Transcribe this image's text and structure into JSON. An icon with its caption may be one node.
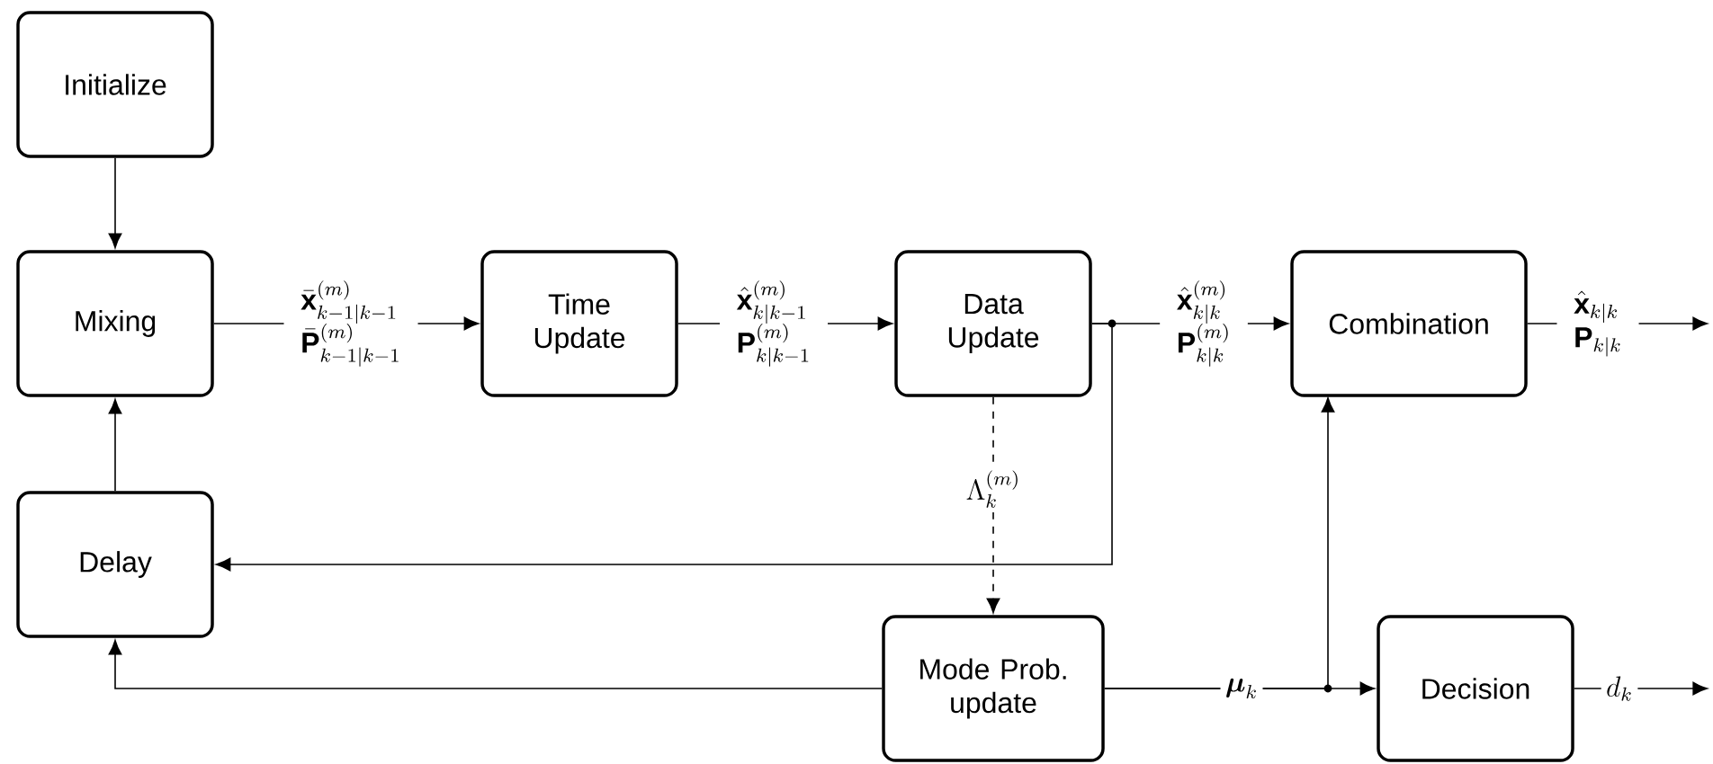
{
  "diagram": {
    "nodes": [
      {
        "text": [
          "Initialize"
        ]
      },
      {
        "text": [
          "Mixing"
        ]
      },
      {
        "text": [
          "Time Update"
        ]
      },
      {
        "text": [
          "Data Update"
        ]
      },
      {
        "text": [
          "Combination"
        ]
      },
      {
        "text": [
          "Delay"
        ]
      },
      {
        "text": [
          "Mode Prob. update"
        ]
      },
      {
        "text": [
          "Decision"
        ]
      }
    ],
    "edges": [
      {
        "from": 0,
        "to": 1,
        "arrow": "to"
      },
      {
        "from": 1,
        "to": 2,
        "arrow": "to",
        "label": "\\begin{array}{l}\\bar{\\mathbf{x}}^{(m)}_{k-1|k-1}\\\\ \\bar{\\mathbf{P}}^{(m)}_{k-1|k-1}\\end{array}"
      },
      {
        "from": 2,
        "to": 3,
        "arrow": "to",
        "label": "\\begin{array}{l}\\hat{\\mathbf{x}}^{(m)}_{k|k-1}\\\\ \\mathbf{P}^{(m)}_{k|k-1}\\end{array}"
      },
      {
        "from": 3,
        "to": 4,
        "arrow": "to",
        "label": "\\begin{array}{l}\\hat{\\mathbf{x}}^{(m)}_{k|k}\\\\ \\mathbf{P}^{(m)}_{k|k}\\end{array}"
      },
      {
        "from": 3,
        "to": 5,
        "arrow": "to"
      },
      {
        "from": 3,
        "to": 6,
        "arrow": "to",
        "style": "dashed",
        "label": "\\Lambda^{(m)}_k"
      },
      {
        "from": 5,
        "to": 1,
        "arrow": "to"
      },
      {
        "from": 6,
        "to": 5,
        "arrow": "to"
      },
      {
        "from": 6,
        "to": 7,
        "arrow": "to",
        "label": "\\boldsymbol{\\mu}_k"
      },
      {
        "from": 6,
        "to": 4,
        "arrow": "to"
      },
      {
        "from": 4,
        "to": null,
        "arrow": "to",
        "label": "\\begin{array}{l}\\hat{\\mathbf{x}}_{k|k}\\\\ \\mathbf{P}_{k|k}\\end{array}"
      },
      {
        "from": 7,
        "to": null,
        "arrow": "to",
        "label": "d_k"
      }
    ]
  }
}
